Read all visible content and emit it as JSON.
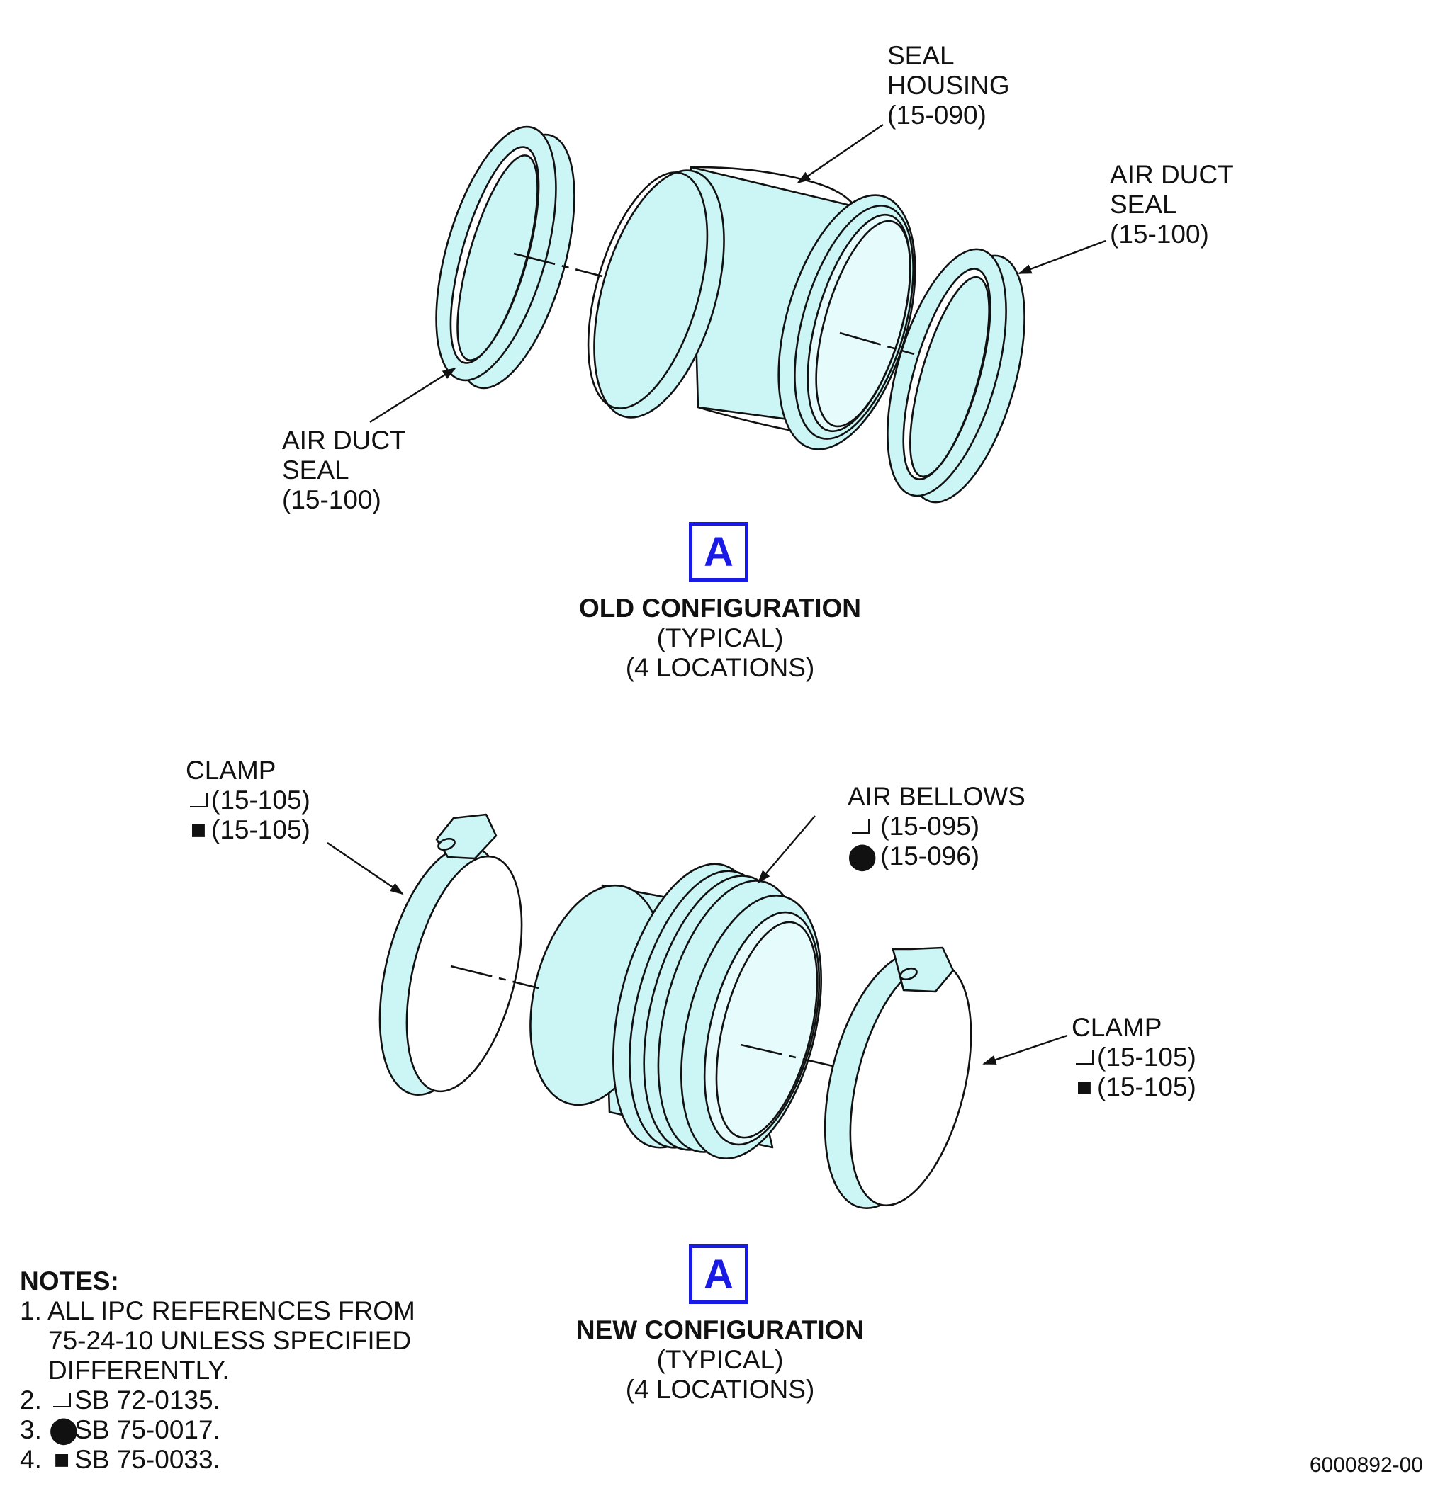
{
  "colors": {
    "part_fill": "#ccf5f5",
    "outline": "#111111",
    "callout_box": "#1a1ae6"
  },
  "symbols": {
    "triangle": "triangle-icon",
    "circle": "⬤",
    "square": "■"
  },
  "old_config": {
    "seal_housing": [
      "SEAL",
      "HOUSING",
      "(15-090)"
    ],
    "air_duct_seal_right": [
      "AIR DUCT",
      "SEAL",
      "(15-100)"
    ],
    "air_duct_seal_left": [
      "AIR DUCT",
      "SEAL",
      "(15-100)"
    ],
    "view_letter": "A",
    "title": "OLD CONFIGURATION",
    "subtitle": "(TYPICAL)",
    "locations": "(4 LOCATIONS)"
  },
  "new_config": {
    "clamp_left": {
      "name": "CLAMP",
      "ref1": "(15-105)",
      "ref2": "(15-105)"
    },
    "air_bellows": {
      "name": "AIR BELLOWS",
      "ref1": "(15-095)",
      "ref2": "(15-096)"
    },
    "clamp_right": {
      "name": "CLAMP",
      "ref1": "(15-105)",
      "ref2": "(15-105)"
    },
    "view_letter": "A",
    "title": "NEW CONFIGURATION",
    "subtitle": "(TYPICAL)",
    "locations": "(4 LOCATIONS)"
  },
  "notes": {
    "heading": "NOTES:",
    "n1_l1": "1. ALL IPC REFERENCES FROM",
    "n1_l2": "75-24-10 UNLESS SPECIFIED",
    "n1_l3": "DIFFERENTLY.",
    "n2_num": "2.",
    "n2_text": "SB 72-0135.",
    "n3_num": "3.",
    "n3_text": "SB 75-0017.",
    "n4_num": "4.",
    "n4_text": "SB 75-0033."
  },
  "figure_id": "6000892-00"
}
